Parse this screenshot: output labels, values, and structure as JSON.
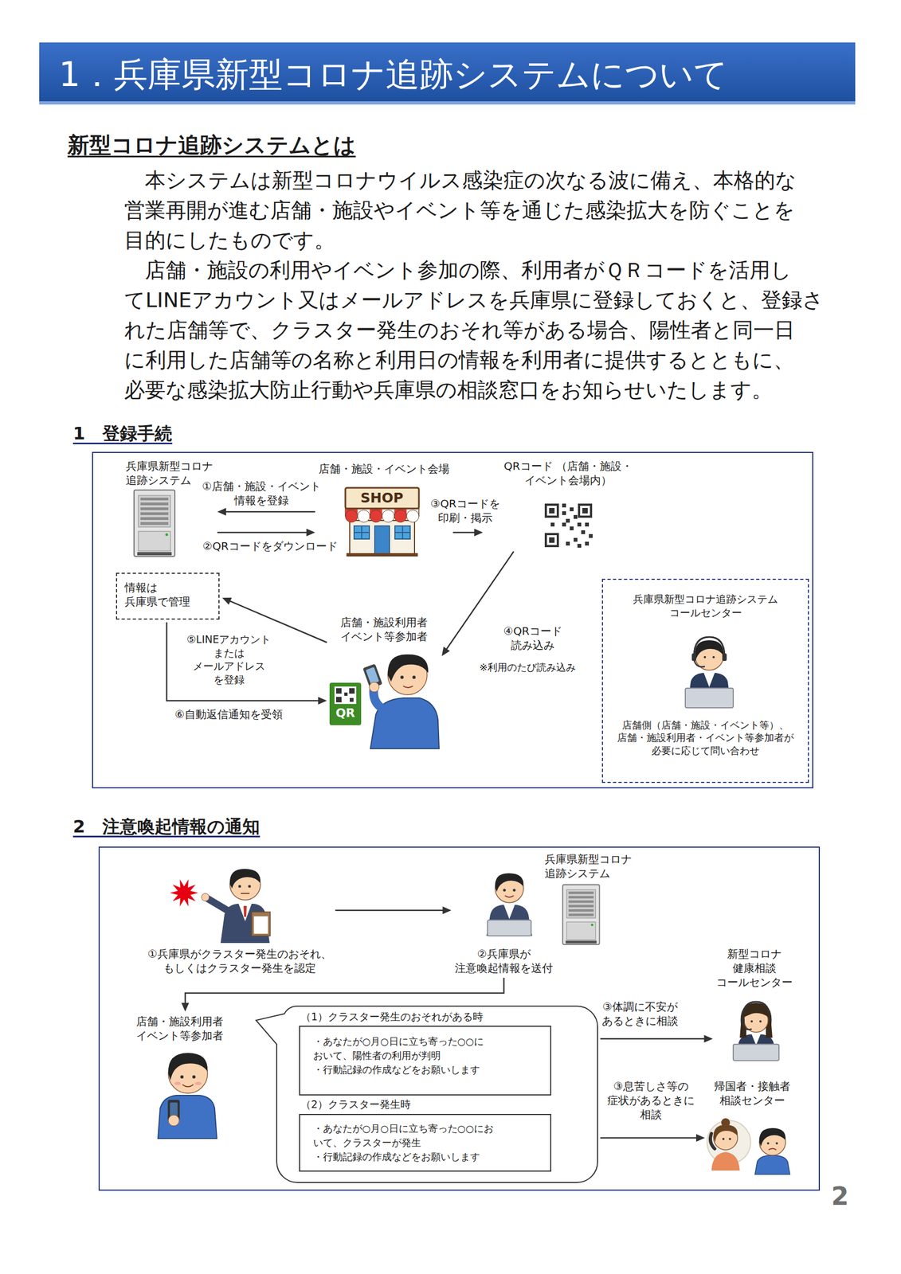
{
  "diagram": {
    "title": "1．兵庫県新型コロナ追跡システムについて",
    "nodes": [
      {
        "text": [
          "1　登録手続"
        ]
      },
      {
        "text": [
          "兵庫県新型コロナ 追跡システム"
        ],
        "in": 0
      },
      {
        "text": [
          "店舗・施設・イベント会場",
          "SHOP"
        ],
        "in": 0
      },
      {
        "text": [
          "QRコード （店舗・施設・イベント会場内）"
        ],
        "in": 0
      },
      {
        "text": [
          "情報は 兵庫県で管理"
        ],
        "in": 0
      },
      {
        "text": [
          "店舗・施設利用者 イベント等参加者"
        ],
        "in": 0
      },
      {
        "text": [
          "兵庫県新型コロナ追跡システム コールセンター",
          "店舗側（店舗・施設・イベント等）、 店舗・施設利用者・イベント等参加者が 必要に応じて問い合わせ"
        ],
        "in": 0
      },
      {
        "text": [
          "2　注意喚起情報の通知"
        ]
      },
      {
        "text": [
          "①兵庫県がクラスター発生のおそれ、 もしくはクラスター発生を認定"
        ],
        "in": 7
      },
      {
        "text": [
          "②兵庫県が 注意喚起情報を送付"
        ],
        "in": 7
      },
      {
        "text": [
          "兵庫県新型コロナ 追跡システム"
        ],
        "in": 7
      },
      {
        "text": [
          "店舗・施設利用者 イベント等参加者"
        ],
        "in": 7
      },
      {
        "text": [
          "（1）クラスター発生のおそれがある時",
          "（2）クラスター発生時"
        ],
        "in": 7
      },
      {
        "text": [
          "・あなたが○月○日に立ち寄った○○に おいて、陽性者の利用が判明",
          "・行動記録の作成などをお願いします"
        ],
        "in": 12
      },
      {
        "text": [
          "・あなたが○月○日に立ち寄った○○にお いて、クラスターが発生",
          "・行動記録の作成などをお願いします"
        ],
        "in": 12
      },
      {
        "text": [
          "新型コロナ 健康相談 コールセンター"
        ],
        "in": 7
      },
      {
        "text": [
          "帰国者・接触者 相談センター"
        ],
        "in": 7
      }
    ],
    "edges": [
      {
        "from": 2,
        "to": 1,
        "arrow": "to",
        "label": "①店舗・施設・イベント 情報を登録"
      },
      {
        "from": 1,
        "to": 2,
        "arrow": "to",
        "label": "②QRコードをダウンロード"
      },
      {
        "from": 2,
        "to": 3,
        "arrow": "to",
        "label": "③QRコードを 印刷・掲示"
      },
      {
        "from": 3,
        "to": 5,
        "arrow": "to",
        "label": "④QRコード 読み込み"
      },
      {
        "from": 5,
        "to": 4,
        "arrow": "to",
        "label": "⑤LINEアカウント または メールアドレス を登録"
      },
      {
        "from": 4,
        "to": 5,
        "arrow": "to",
        "label": "⑥自動返信通知を受領"
      },
      {
        "from": 8,
        "to": 9,
        "arrow": "to"
      },
      {
        "from": 9,
        "to": 11,
        "arrow": "to"
      },
      {
        "from": 12,
        "to": 15,
        "arrow": "to",
        "label": "③体調に不安が あるときに相談"
      },
      {
        "from": 12,
        "to": 16,
        "arrow": "to",
        "label": "③息苦しさ等の 症状があるときに 相談"
      }
    ],
    "labels": [
      "新型コロナ追跡システムとは",
      "本システムは新型コロナウイルス感染症の次なる波に備え、本格的な 営業再開が進む店舗・施設やイベント等を通じた感染拡大を防ぐことを 目的にしたものです。",
      "店舗・施設の利用やイベント参加の際、利用者がＱＲコードを活用し てLINEアカウント又はメールアドレスを兵庫県に登録しておくと、登録さ れた店舗等で、クラスター発生のおそれ等がある場合、陽性者と同一日 に利用した店舗等の名称と利用日の情報を利用者に提供するとともに、 必要な感染拡大防止行動や兵庫県の相談窓口をお知らせいたします。",
      "※利用のたび読み込み",
      "QR",
      "2"
    ]
  }
}
